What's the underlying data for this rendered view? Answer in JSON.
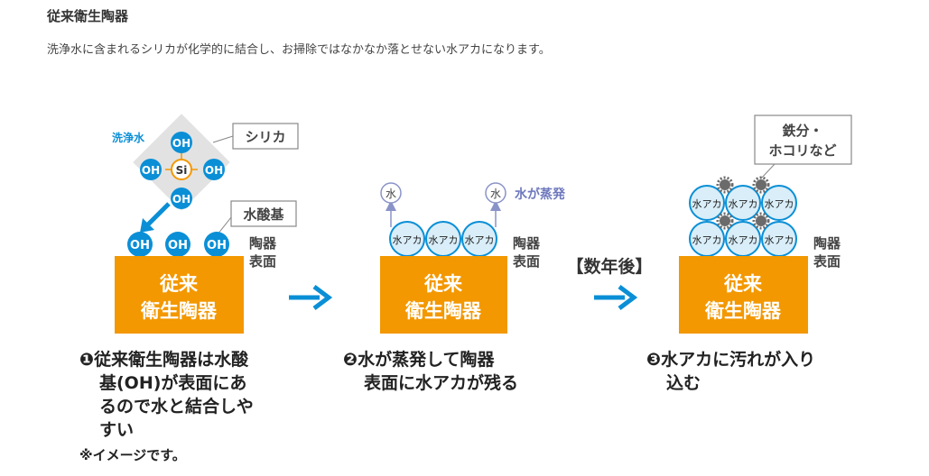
{
  "heading": "従来衛生陶器",
  "description": "洗浄水に含まれるシリカが化学的に結合し、お掃除ではなかなか落とせない水アカになります。",
  "colors": {
    "orange": "#f39800",
    "blue": "#0a8fd6",
    "light_blue": "#d9eef9",
    "diamond": "#e2e2e2",
    "purple": "#8a93c8",
    "dirt": "#6b6b6b"
  },
  "panel1": {
    "water_label": "洗浄水",
    "silica_label": "シリカ",
    "si_label": "Si",
    "oh_label": "OH",
    "hydroxyl_label": "水酸基",
    "surface_label": [
      "陶器",
      "表面"
    ],
    "block_label": [
      "従来",
      "衛生陶器"
    ],
    "caption": [
      "❶従来衛生陶器は水酸",
      "基(OH)が表面にあ",
      "るので水と結合しや",
      "すい"
    ],
    "note": "※イメージです。"
  },
  "panel2": {
    "water_char": "水",
    "evaporate_label": "水が蒸発",
    "scale_label": "水アカ",
    "surface_label": [
      "陶器",
      "表面"
    ],
    "block_label": [
      "従来",
      "衛生陶器"
    ],
    "caption": [
      "❷水が蒸発して陶器",
      "表面に水アカが残る"
    ]
  },
  "years_label": "【数年後】",
  "panel3": {
    "dirt_label": [
      "鉄分・",
      "ホコリなど"
    ],
    "scale_label": "水アカ",
    "surface_label": [
      "陶器",
      "表面"
    ],
    "block_label": [
      "従来",
      "衛生陶器"
    ],
    "caption": [
      "❸水アカに汚れが入り",
      "込む"
    ]
  }
}
